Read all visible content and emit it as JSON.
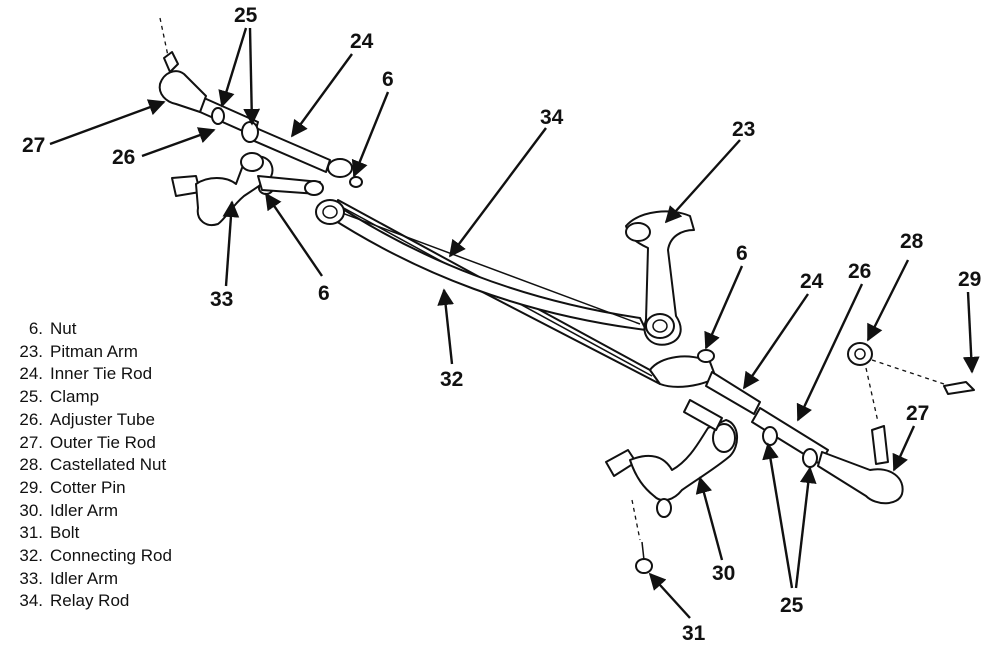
{
  "callouts": [
    {
      "id": "c25a",
      "text": "25"
    },
    {
      "id": "c24a",
      "text": "24"
    },
    {
      "id": "c6a",
      "text": "6"
    },
    {
      "id": "c34",
      "text": "34"
    },
    {
      "id": "c23",
      "text": "23"
    },
    {
      "id": "c27a",
      "text": "27"
    },
    {
      "id": "c26a",
      "text": "26"
    },
    {
      "id": "c33",
      "text": "33"
    },
    {
      "id": "c6b",
      "text": "6"
    },
    {
      "id": "c32",
      "text": "32"
    },
    {
      "id": "c6c",
      "text": "6"
    },
    {
      "id": "c24b",
      "text": "24"
    },
    {
      "id": "c26b",
      "text": "26"
    },
    {
      "id": "c28",
      "text": "28"
    },
    {
      "id": "c29",
      "text": "29"
    },
    {
      "id": "c27b",
      "text": "27"
    },
    {
      "id": "c30",
      "text": "30"
    },
    {
      "id": "c25b",
      "text": "25"
    },
    {
      "id": "c31",
      "text": "31"
    }
  ],
  "legend": [
    {
      "num": "6.",
      "label": "Nut"
    },
    {
      "num": "23.",
      "label": "Pitman Arm"
    },
    {
      "num": "24.",
      "label": "Inner Tie Rod"
    },
    {
      "num": "25.",
      "label": "Clamp"
    },
    {
      "num": "26.",
      "label": "Adjuster Tube"
    },
    {
      "num": "27.",
      "label": "Outer Tie Rod"
    },
    {
      "num": "28.",
      "label": "Castellated Nut"
    },
    {
      "num": "29.",
      "label": "Cotter Pin"
    },
    {
      "num": "30.",
      "label": "Idler Arm"
    },
    {
      "num": "31.",
      "label": "Bolt"
    },
    {
      "num": "32.",
      "label": "Connecting Rod"
    },
    {
      "num": "33.",
      "label": "Idler Arm"
    },
    {
      "num": "34.",
      "label": "Relay Rod"
    }
  ]
}
